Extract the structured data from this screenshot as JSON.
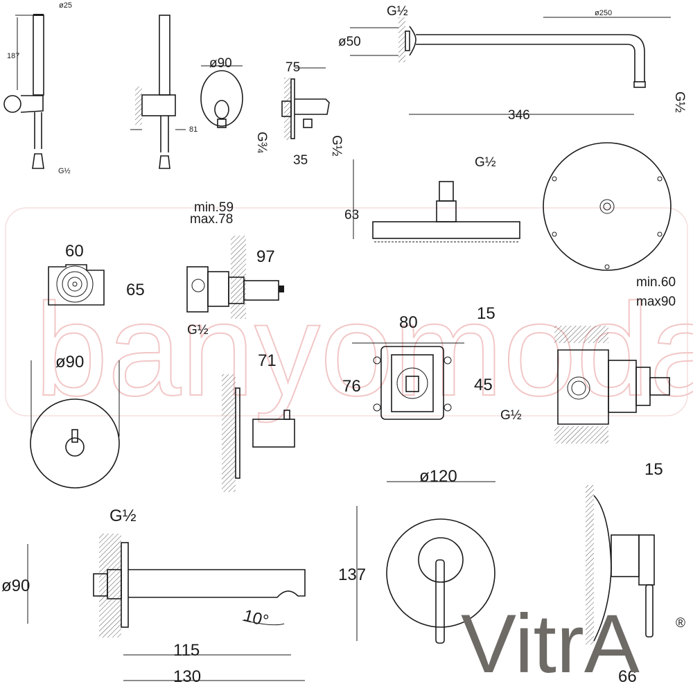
{
  "watermark": "banyomoda",
  "brand": {
    "logo": "VitrA",
    "registered": "®"
  },
  "colors": {
    "line": "#1a1a1a",
    "watermark": "#f2c6c6",
    "logo": "#6e6a66"
  },
  "hand_shower": {
    "diameter": "ø25",
    "length": "187",
    "thread": "G½",
    "holder_depth": "81"
  },
  "outlet_elbow": {
    "rosette": "ø90",
    "depth": "75",
    "thread_in": "G¾",
    "thread_out": "G½",
    "offset": "35"
  },
  "shower_arm": {
    "thread_wall": "G½",
    "rosette": "ø50",
    "length": "346",
    "thread_end": "G½"
  },
  "head_shower": {
    "diameter": "ø250",
    "thread": "G½",
    "height": "63"
  },
  "diverter_body": {
    "width": "60",
    "height": "65",
    "depth_min": "min.59",
    "depth_max": "max.78",
    "stem": "97",
    "thread": "G½"
  },
  "diverter_trim": {
    "rosette": "ø90",
    "projection": "71"
  },
  "mixer_body": {
    "width": "80",
    "top": "15",
    "height": "76",
    "centre": "45",
    "thread": "G½",
    "depth_min": "min.60",
    "depth_max": "max90"
  },
  "spout": {
    "thread": "G½",
    "rosette": "ø90",
    "angle": "10°",
    "reach": "115",
    "length": "130"
  },
  "mixer_trim": {
    "rosette": "ø120",
    "height": "137",
    "offset": "15",
    "depth": "66"
  }
}
